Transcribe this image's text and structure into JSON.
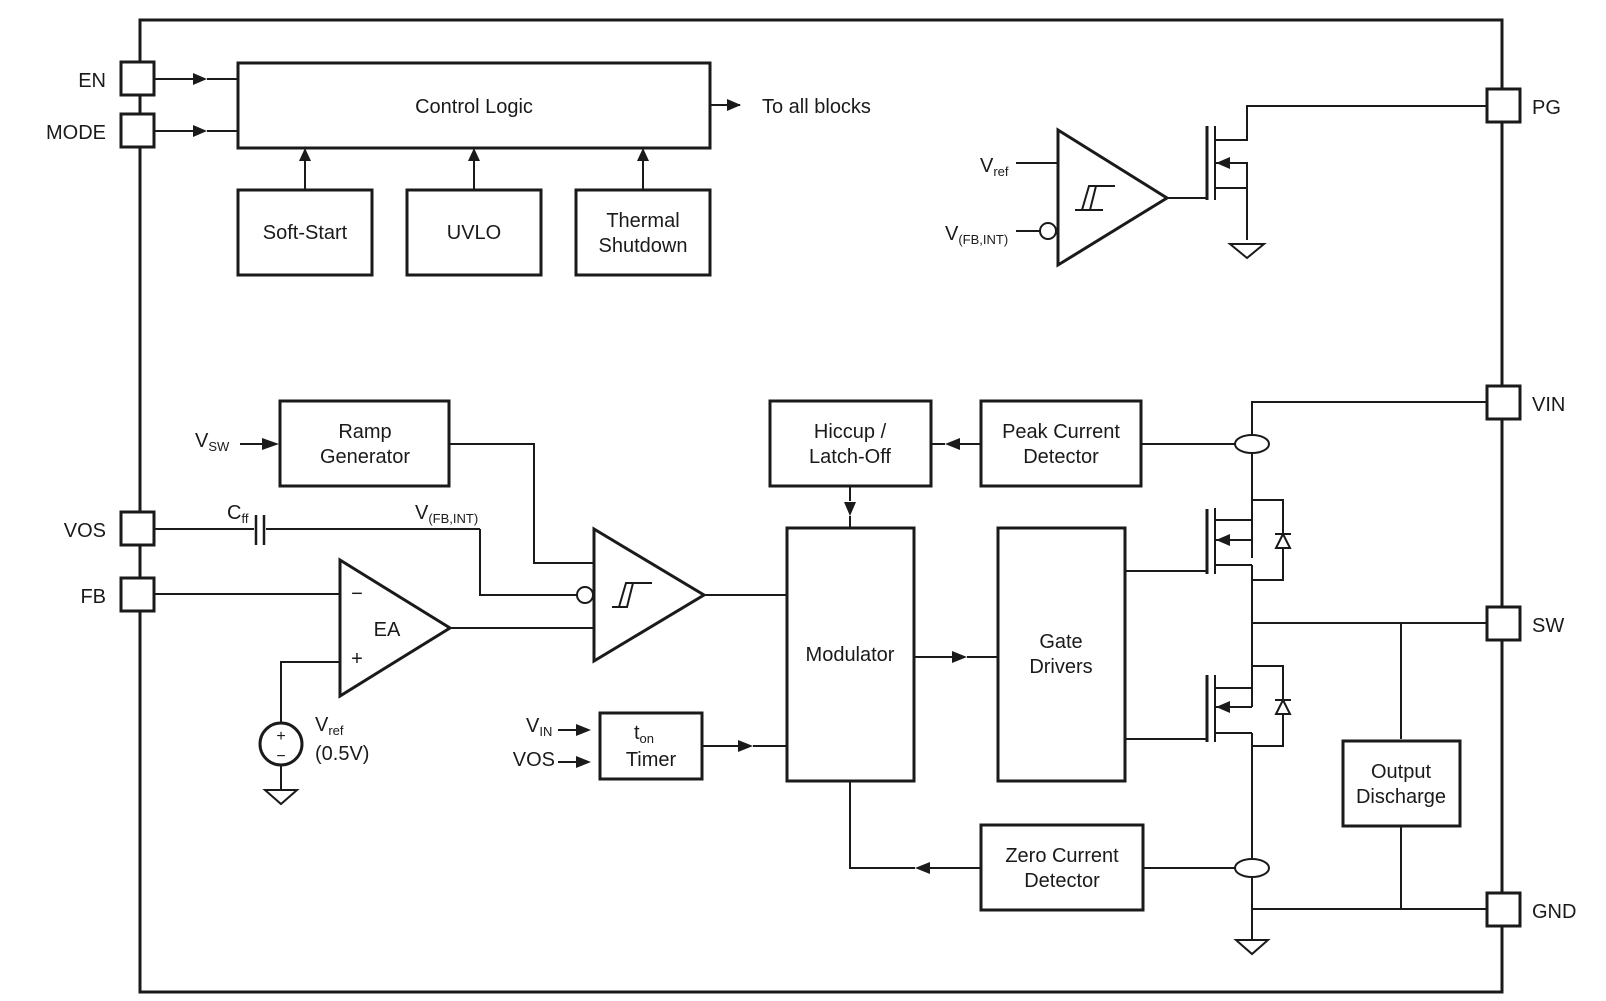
{
  "pins": {
    "en": "EN",
    "mode": "MODE",
    "vos": "VOS",
    "fb": "FB",
    "pg": "PG",
    "vin": "VIN",
    "sw": "SW",
    "gnd": "GND"
  },
  "blocks": {
    "control_logic": "Control Logic",
    "to_all_blocks": "To all blocks",
    "soft_start": "Soft-Start",
    "uvlo": "UVLO",
    "thermal_1": "Thermal",
    "thermal_2": "Shutdown",
    "ramp_1": "Ramp",
    "ramp_2": "Generator",
    "hiccup_1": "Hiccup /",
    "hiccup_2": "Latch-Off",
    "peak_1": "Peak Current",
    "peak_2": "Detector",
    "modulator": "Modulator",
    "gate_1": "Gate",
    "gate_2": "Drivers",
    "ton_main": "t",
    "ton_sub": "on",
    "ton_2": "Timer",
    "zero_1": "Zero Current",
    "zero_2": "Detector",
    "output_1": "Output",
    "output_2": "Discharge",
    "ea": "EA"
  },
  "signals": {
    "v": "V",
    "ref_sub": "ref",
    "fbint_sub": "(FB,INT)",
    "sw_sub": "SW",
    "in_sub": "IN",
    "c": "C",
    "ff_sub": "ff",
    "vos": "VOS",
    "ref_value": "(0.5V)",
    "minus": "−",
    "plus": "+"
  }
}
